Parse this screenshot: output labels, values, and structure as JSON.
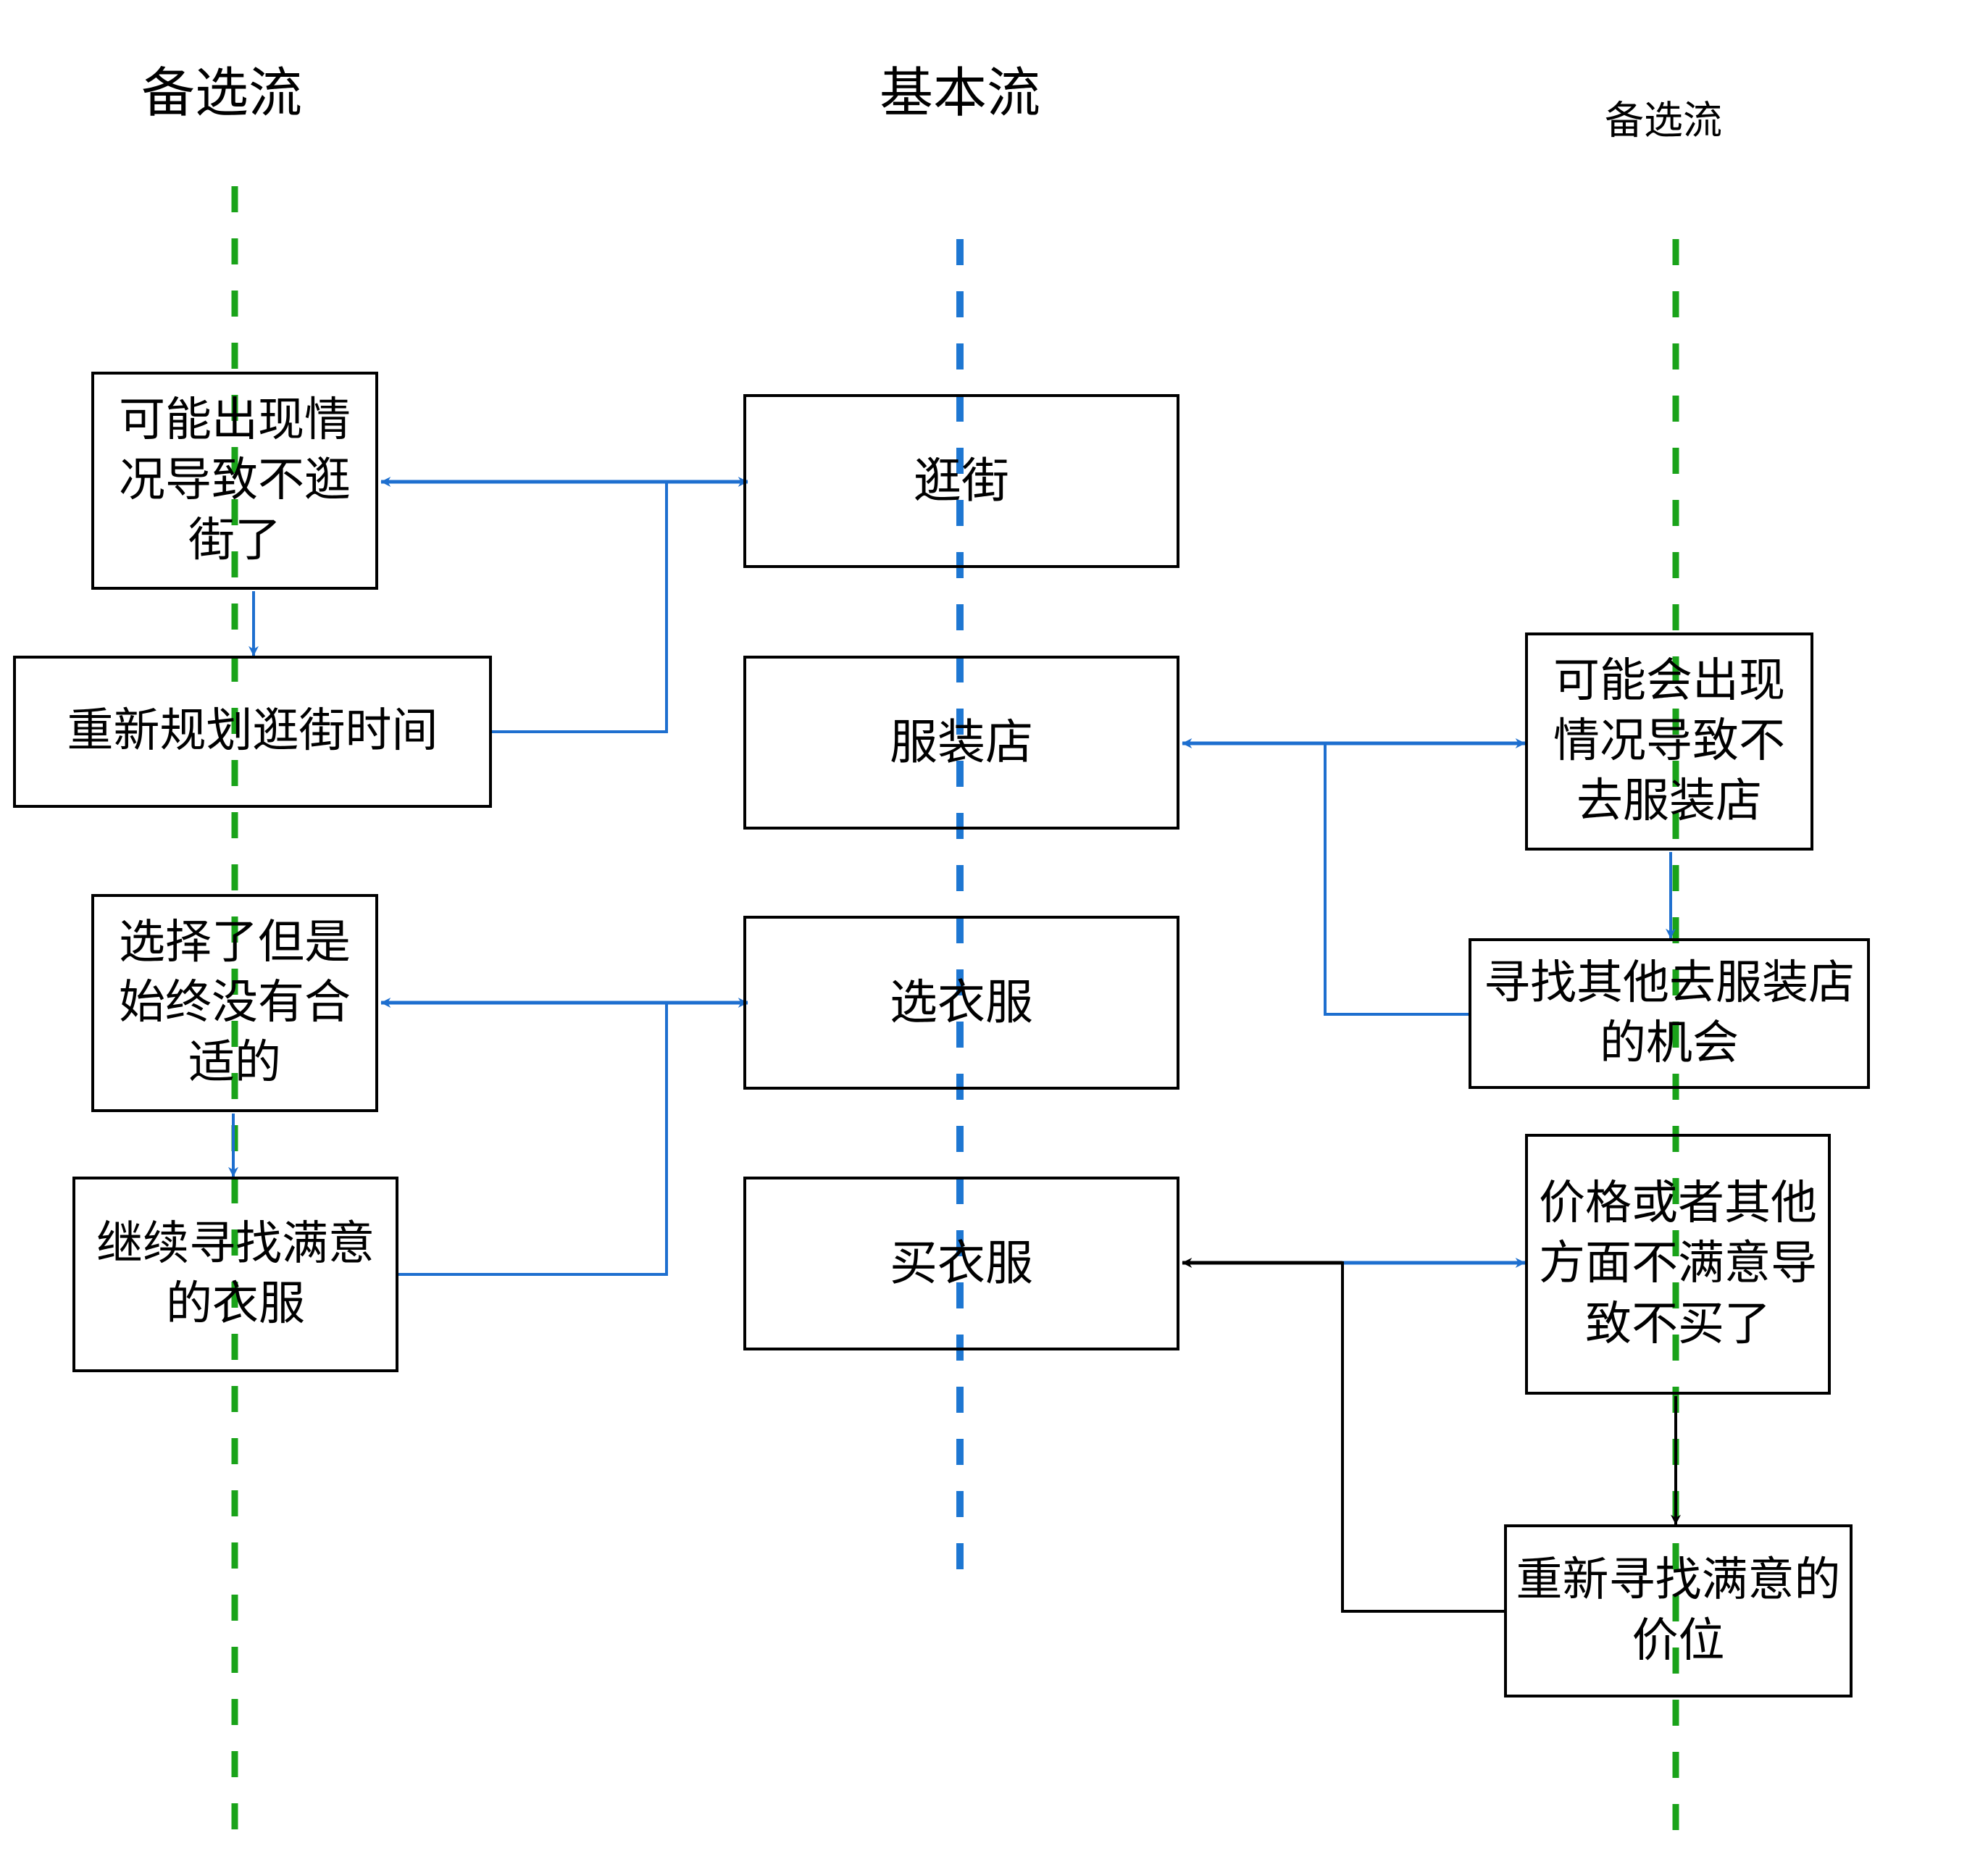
{
  "headers": {
    "left": "备选流",
    "center": "基本流",
    "right": "备选流"
  },
  "basic_flow": [
    {
      "id": "stroll",
      "label": "逛街"
    },
    {
      "id": "clothing-store",
      "label": "服装店"
    },
    {
      "id": "choose-clothes",
      "label": "选衣服"
    },
    {
      "id": "buy-clothes",
      "label": "买衣服"
    }
  ],
  "left_alternatives": [
    {
      "id": "no-stroll",
      "label": "可能出现情况导致不逛街了"
    },
    {
      "id": "replan-stroll",
      "label": "重新规划逛街时间"
    },
    {
      "id": "no-fit",
      "label": "选择了但是始终没有合适的"
    },
    {
      "id": "keep-searching",
      "label": "继续寻找满意的衣服"
    }
  ],
  "right_alternatives": [
    {
      "id": "skip-store",
      "label": "可能会出现情况导致不去服装店"
    },
    {
      "id": "other-store",
      "label": "寻找其他去服装店的机会"
    },
    {
      "id": "not-buy",
      "label": "价格或者其他方面不满意导致不买了"
    },
    {
      "id": "new-price",
      "label": "重新寻找满意的价位"
    }
  ],
  "colors": {
    "alt_lane": "#1aa31a",
    "basic_lane": "#1e77d2",
    "connector_blue": "#1e6fcf",
    "connector_black": "#000000",
    "box_border": "#000000"
  },
  "connections": [
    {
      "from": "stroll",
      "to": "no-stroll",
      "type": "double-arrow",
      "color": "blue"
    },
    {
      "from": "no-stroll",
      "to": "replan-stroll",
      "type": "arrow",
      "color": "blue"
    },
    {
      "from": "replan-stroll",
      "to": "stroll",
      "type": "return",
      "color": "blue"
    },
    {
      "from": "choose-clothes",
      "to": "no-fit",
      "type": "double-arrow",
      "color": "blue"
    },
    {
      "from": "no-fit",
      "to": "keep-searching",
      "type": "arrow",
      "color": "blue"
    },
    {
      "from": "keep-searching",
      "to": "choose-clothes",
      "type": "return",
      "color": "blue"
    },
    {
      "from": "clothing-store",
      "to": "skip-store",
      "type": "double-arrow",
      "color": "blue"
    },
    {
      "from": "skip-store",
      "to": "other-store",
      "type": "arrow",
      "color": "blue"
    },
    {
      "from": "other-store",
      "to": "clothing-store",
      "type": "return",
      "color": "blue"
    },
    {
      "from": "buy-clothes",
      "to": "not-buy",
      "type": "double-arrow",
      "color": "black/blue"
    },
    {
      "from": "not-buy",
      "to": "new-price",
      "type": "arrow",
      "color": "black"
    },
    {
      "from": "new-price",
      "to": "buy-clothes",
      "type": "return",
      "color": "black"
    }
  ]
}
